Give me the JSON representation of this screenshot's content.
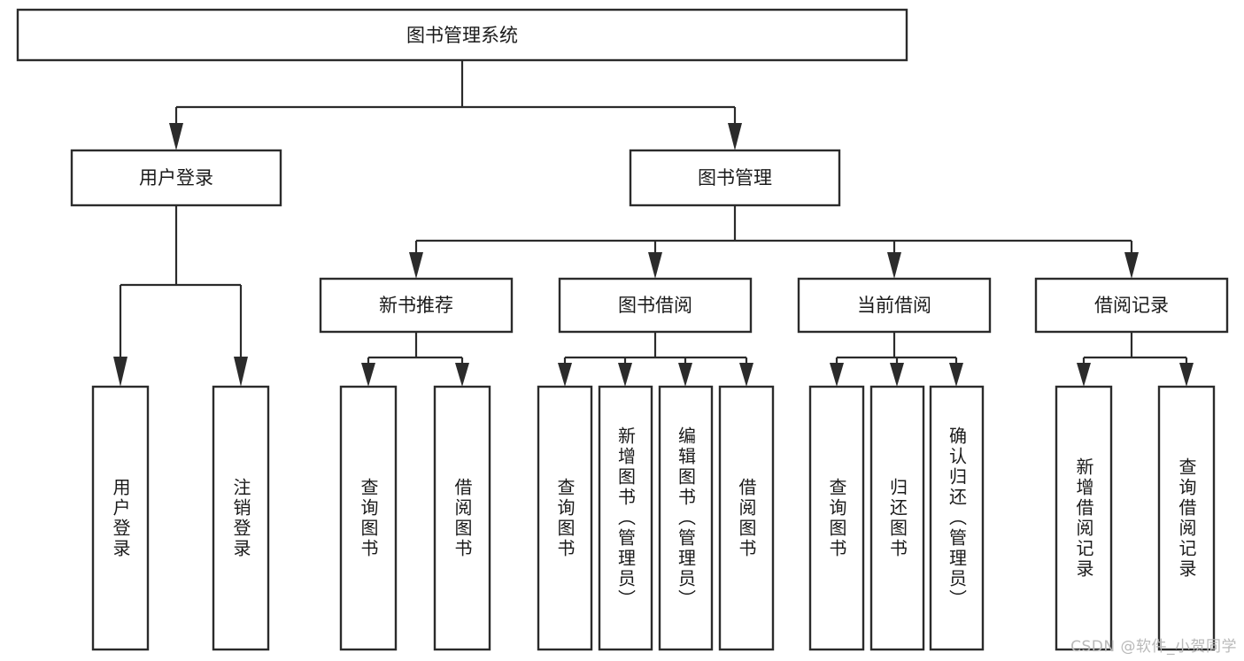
{
  "diagram": {
    "type": "tree-hierarchy-flowchart",
    "title": "图书管理系统",
    "watermark": "CSDN @软件_小贺同学",
    "colors": {
      "background": "#ffffff",
      "box_fill": "#ffffff",
      "box_stroke": "#2b2b2b",
      "connector": "#2b2b2b",
      "text": "#1a1a1a",
      "watermark": "#b9b9b9"
    },
    "root": {
      "label": "图书管理系统",
      "orientation": "horizontal"
    },
    "level1": [
      {
        "label": "用户登录",
        "orientation": "horizontal"
      },
      {
        "label": "图书管理",
        "orientation": "horizontal"
      }
    ],
    "level2": [
      {
        "label": "新书推荐",
        "orientation": "horizontal",
        "parent": "图书管理"
      },
      {
        "label": "图书借阅",
        "orientation": "horizontal",
        "parent": "图书管理"
      },
      {
        "label": "当前借阅",
        "orientation": "horizontal",
        "parent": "图书管理"
      },
      {
        "label": "借阅记录",
        "orientation": "horizontal",
        "parent": "图书管理"
      }
    ],
    "leaves": {
      "用户登录": [
        {
          "label": "用户登录",
          "orientation": "vertical"
        },
        {
          "label": "注销登录",
          "orientation": "vertical"
        }
      ],
      "新书推荐": [
        {
          "label": "查询图书",
          "orientation": "vertical"
        },
        {
          "label": "借阅图书",
          "orientation": "vertical"
        }
      ],
      "图书借阅": [
        {
          "label": "查询图书",
          "orientation": "vertical"
        },
        {
          "label": "新增图书（管理员）",
          "orientation": "vertical"
        },
        {
          "label": "编辑图书（管理员）",
          "orientation": "vertical"
        },
        {
          "label": "借阅图书",
          "orientation": "vertical"
        }
      ],
      "当前借阅": [
        {
          "label": "查询图书",
          "orientation": "vertical"
        },
        {
          "label": "归还图书",
          "orientation": "vertical"
        },
        {
          "label": "确认归还（管理员）",
          "orientation": "vertical"
        }
      ],
      "借阅记录": [
        {
          "label": "新增借阅记录",
          "orientation": "vertical"
        },
        {
          "label": "查询借阅记录",
          "orientation": "vertical"
        }
      ]
    }
  }
}
